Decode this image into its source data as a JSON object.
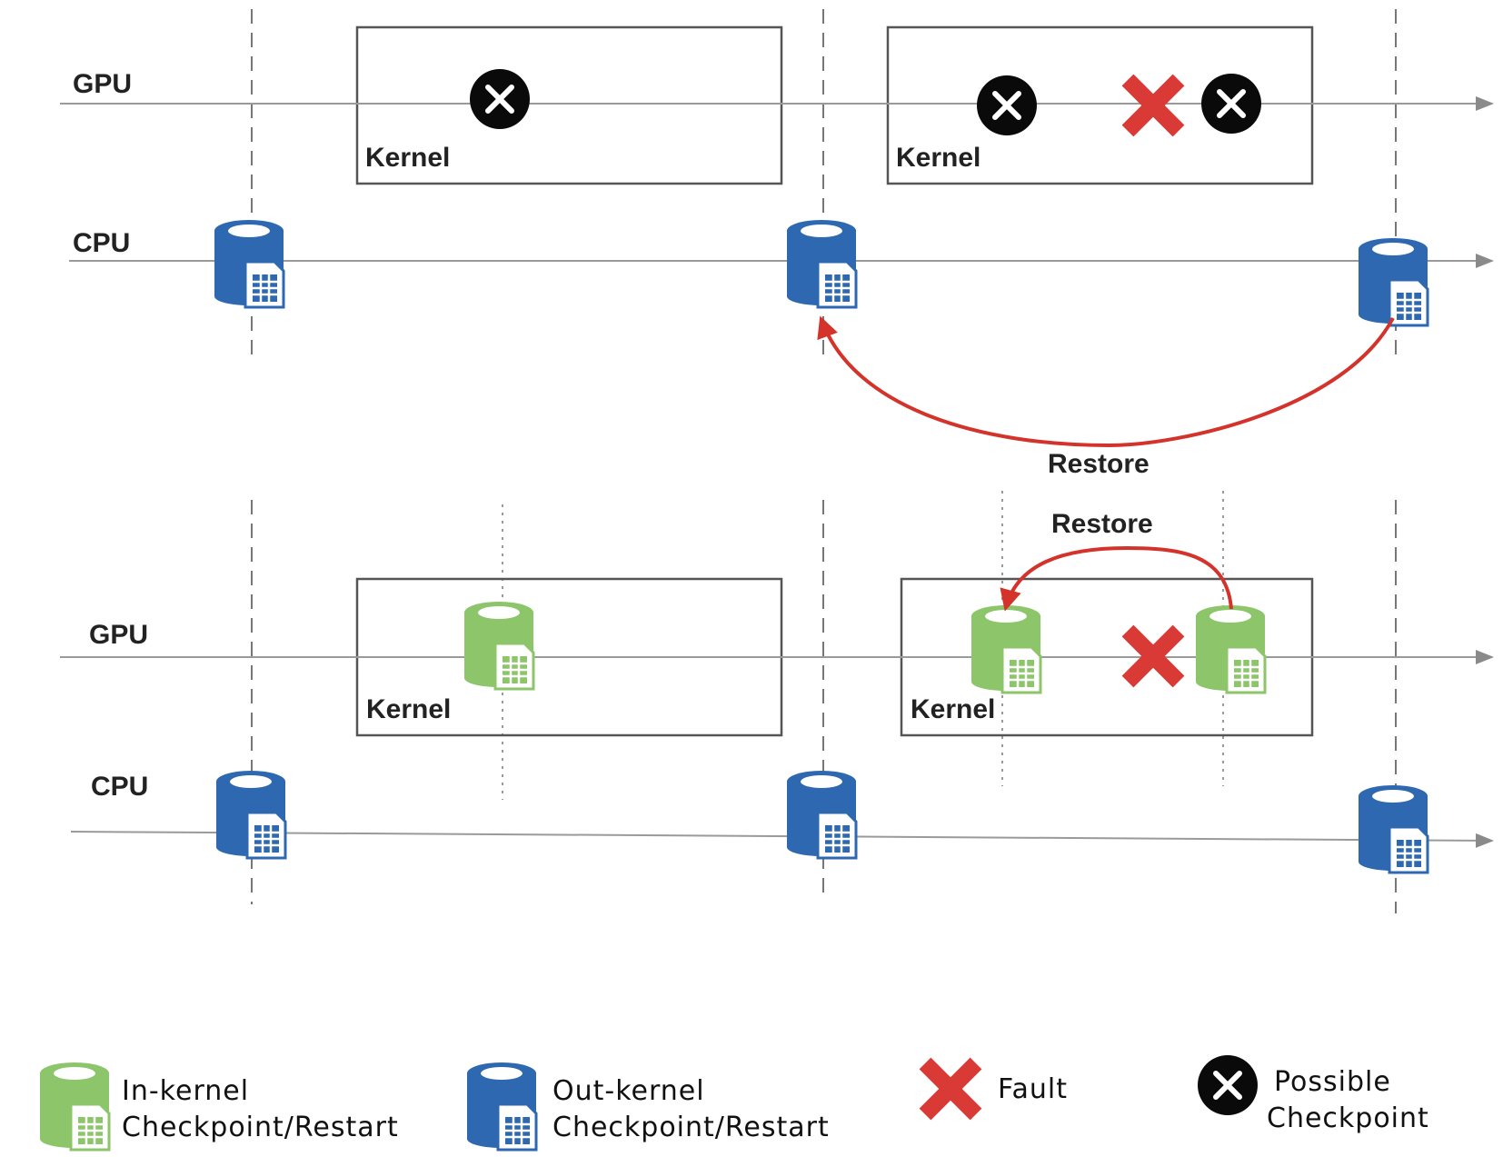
{
  "top_panel": {
    "gpu_label": "GPU",
    "cpu_label": "CPU",
    "kernel_1_label": "Kernel",
    "kernel_2_label": "Kernel",
    "restore_label": "Restore"
  },
  "bottom_panel": {
    "gpu_label": "GPU",
    "cpu_label": "CPU",
    "kernel_1_label": "Kernel",
    "kernel_2_label": "Kernel",
    "restore_label": "Restore"
  },
  "legend": {
    "in_kernel_line1": "In-kernel",
    "in_kernel_line2": "Checkpoint/Restart",
    "out_kernel_line1": "Out-kernel",
    "out_kernel_line2": "Checkpoint/Restart",
    "fault": "Fault",
    "possible_line1": "Possible",
    "possible_line2": "Checkpoint"
  },
  "colors": {
    "in_kernel": "#8cc56a",
    "out_kernel": "#2d68b0",
    "fault": "#d93a35",
    "restore_arrow": "#d3332b",
    "timeline": "#9a9a9a",
    "kernel_border": "#555555"
  }
}
